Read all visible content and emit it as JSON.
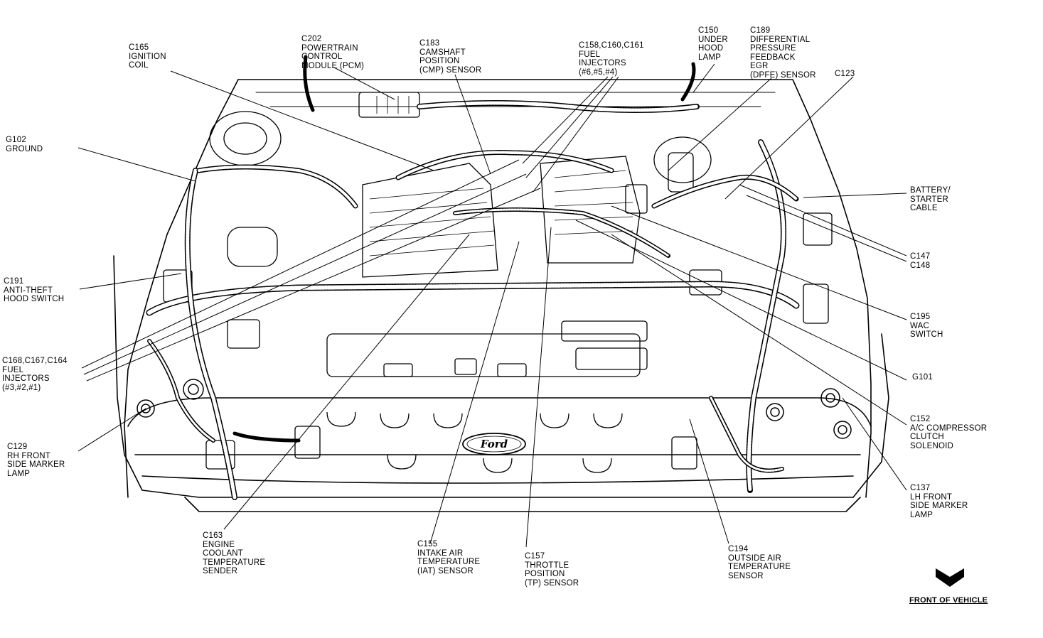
{
  "labels": {
    "c165": [
      "C165",
      "IGNITION",
      "COIL"
    ],
    "c202": [
      "C202",
      "POWERTRAIN",
      "CONTROL",
      "MODULE (PCM)"
    ],
    "c183": [
      "C183",
      "CAMSHAFT",
      "POSITION",
      "(CMP) SENSOR"
    ],
    "c158": [
      "C158,C160,C161",
      "FUEL",
      "INJECTORS",
      "(#6,#5,#4)"
    ],
    "c150": [
      "C150",
      "UNDER",
      "HOOD",
      "LAMP"
    ],
    "c189": [
      "C189",
      "DIFFERENTIAL",
      "PRESSURE",
      "FEEDBACK",
      "EGR",
      "(DPFE) SENSOR"
    ],
    "c123": [
      "C123"
    ],
    "g102": [
      "G102",
      "GROUND"
    ],
    "battery": [
      "BATTERY/",
      "STARTER",
      "CABLE"
    ],
    "c147": [
      "C147",
      "C148"
    ],
    "c191": [
      "C191",
      "ANTI-THEFT",
      "HOOD SWITCH"
    ],
    "c195": [
      "C195",
      "WAC",
      "SWITCH"
    ],
    "c168": [
      "C168,C167,C164",
      "FUEL",
      "INJECTORS",
      "(#3,#2,#1)"
    ],
    "g101": [
      "G101"
    ],
    "c152": [
      "C152",
      "A/C COMPRESSOR",
      "CLUTCH",
      "SOLENOID"
    ],
    "c129": [
      "C129",
      "RH FRONT",
      "SIDE MARKER",
      "LAMP"
    ],
    "c137": [
      "C137",
      "LH FRONT",
      "SIDE MARKER",
      "LAMP"
    ],
    "c163": [
      "C163",
      "ENGINE",
      "COOLANT",
      "TEMPERATURE",
      "SENDER"
    ],
    "c155": [
      "C155",
      "INTAKE AIR",
      "TEMPERATURE",
      "(IAT) SENSOR"
    ],
    "c157": [
      "C157",
      "THROTTLE",
      "POSITION",
      "(TP) SENSOR"
    ],
    "c194": [
      "C194",
      "OUTSIDE AIR",
      "TEMPERATURE",
      "SENSOR"
    ]
  },
  "front_of_vehicle": "FRONT OF VEHICLE",
  "emblem_text": "Ford"
}
